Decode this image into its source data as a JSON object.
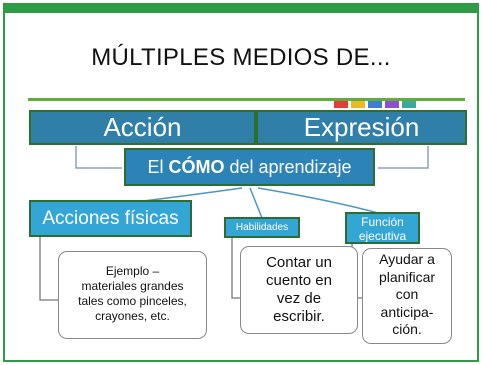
{
  "slide": {
    "title": "MÚLTIPLES MEDIOS DE...",
    "header_left": "Acción",
    "header_right": "Expresión",
    "center_prefix": "El ",
    "center_bold": "CÓMO",
    "center_suffix": " del aprendizaje",
    "branches": [
      {
        "label": "Acciones físicas",
        "note": [
          "Ejemplo –",
          "materiales grandes",
          "tales como pinceles,",
          "crayones, etc."
        ]
      },
      {
        "label": "Habilidades",
        "note": [
          "Contar un",
          "cuento en",
          "vez de",
          "escribir."
        ]
      },
      {
        "label": "Función ejecutiva",
        "note": [
          "Ayudar a",
          "planificar",
          "con",
          "anticipa-",
          "ción."
        ]
      }
    ]
  },
  "colors": {
    "frame": "#2e9b46",
    "header_fill": "#2f7fa8",
    "box_border": "#2d6d32",
    "light_box": "#33a6d6",
    "rule": "#5fae3c"
  }
}
